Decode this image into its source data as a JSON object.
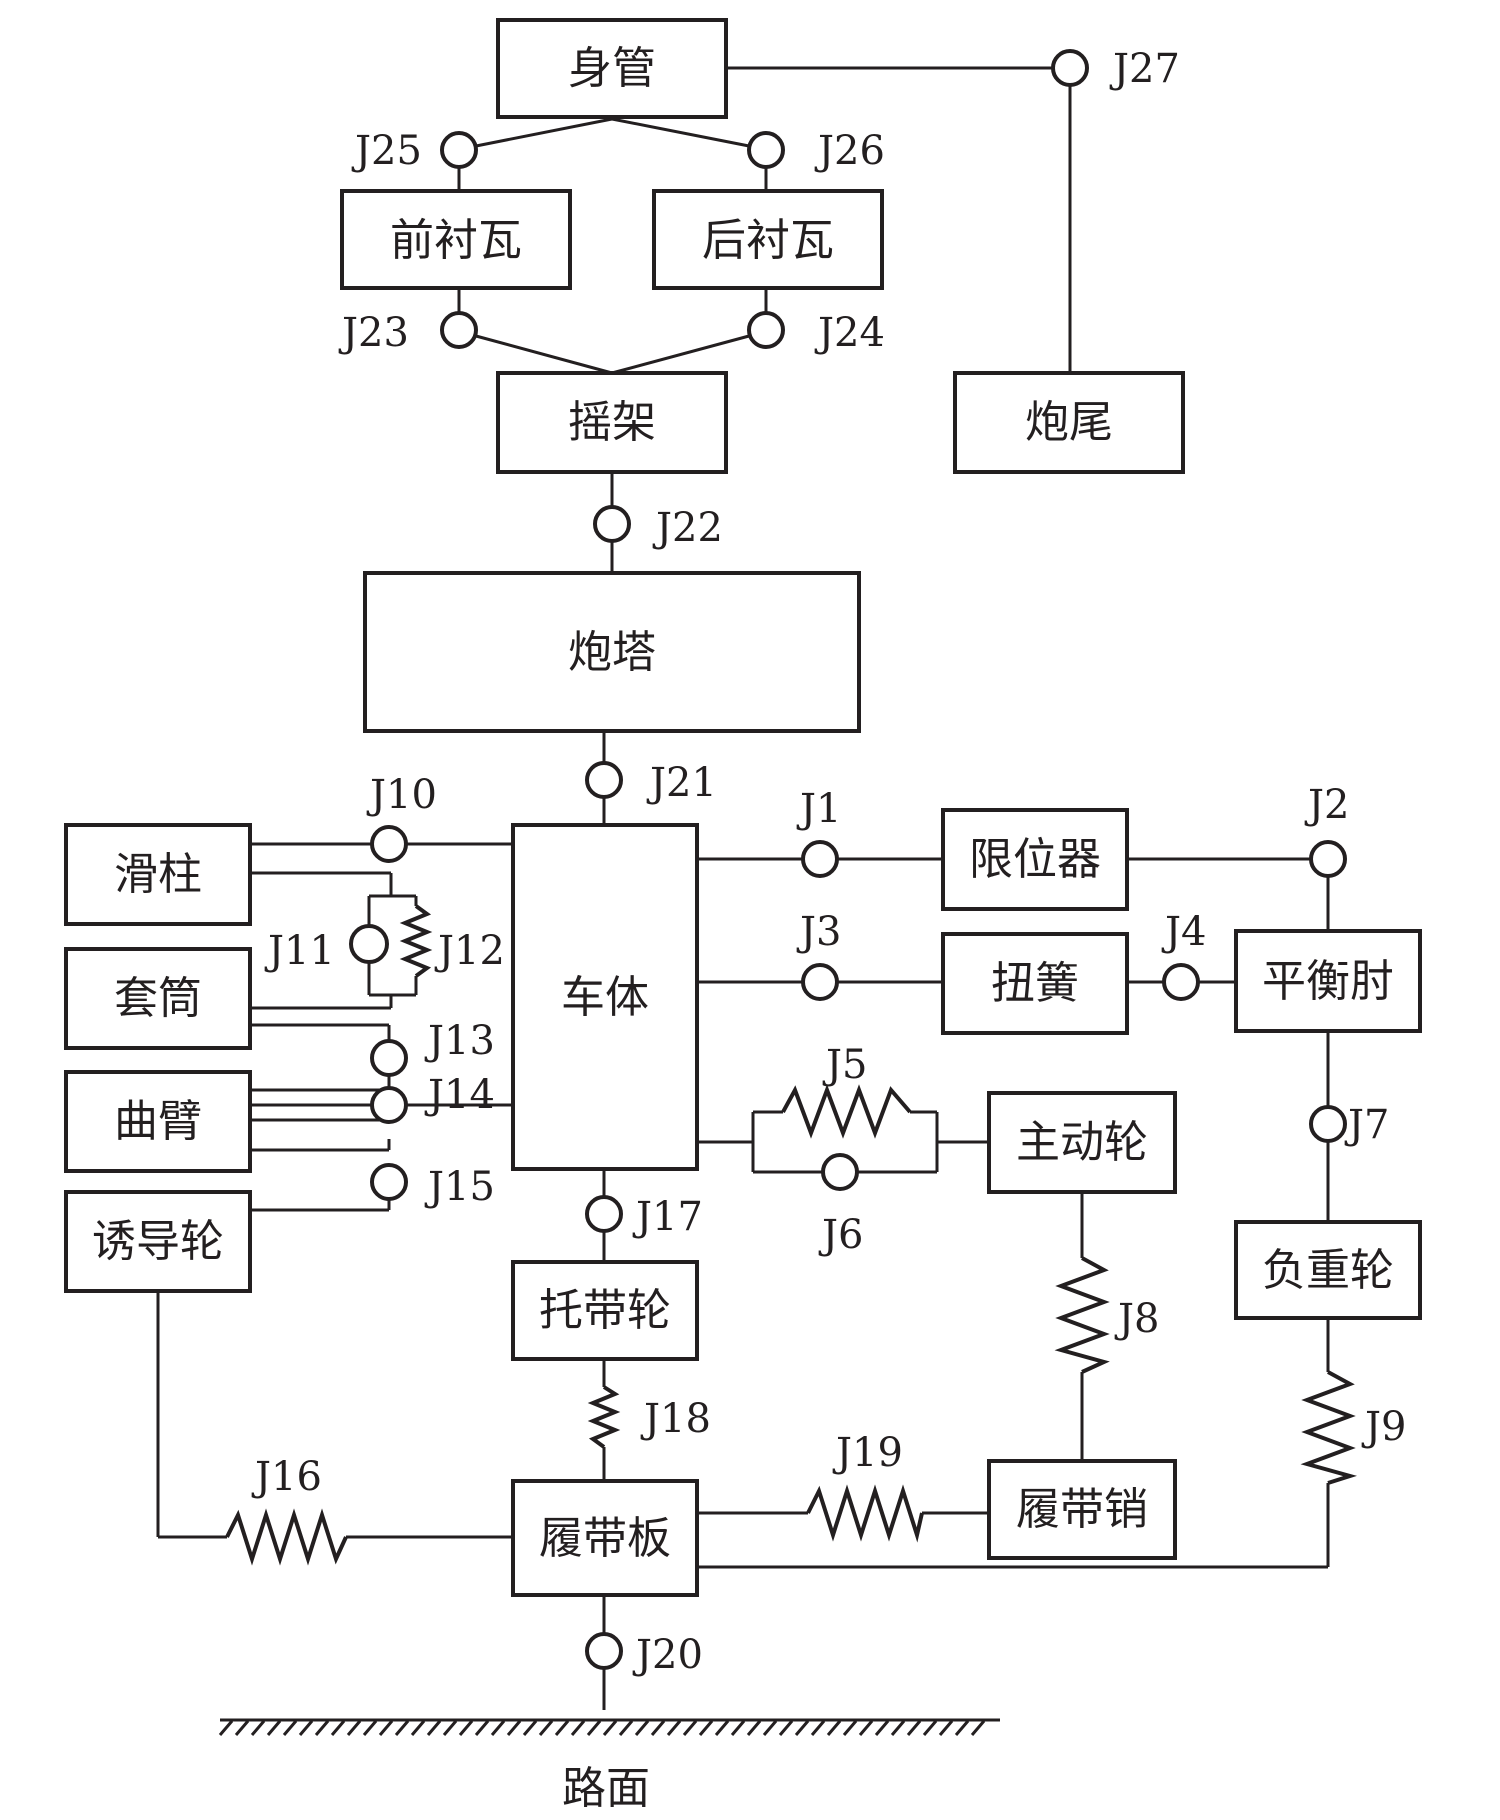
{
  "components": {
    "shenguan": "身管",
    "qianchenwa": "前衬瓦",
    "houchenwa": "后衬瓦",
    "yaojia": "摇架",
    "paowei": "炮尾",
    "paota": "炮塔",
    "cheti": "车体",
    "huazhu": "滑柱",
    "taotong": "套筒",
    "qubi": "曲臂",
    "youdaolun": "诱导轮",
    "xianweiqi": "限位器",
    "niuhuang": "扭簧",
    "pinghengzhou": "平衡肘",
    "zhudonglun": "主动轮",
    "fuzhonglun": "负重轮",
    "tuodailun": "托带轮",
    "lvdaixiao": "履带销",
    "lvdaiban": "履带板"
  },
  "joints": {
    "J1": "J1",
    "J2": "J2",
    "J3": "J3",
    "J4": "J4",
    "J5": "J5",
    "J6": "J6",
    "J7": "J7",
    "J8": "J8",
    "J9": "J9",
    "J10": "J10",
    "J11": "J11",
    "J12": "J12",
    "J13": "J13",
    "J14": "J14",
    "J15": "J15",
    "J16": "J16",
    "J17": "J17",
    "J18": "J18",
    "J19": "J19",
    "J20": "J20",
    "J21": "J21",
    "J22": "J22",
    "J23": "J23",
    "J24": "J24",
    "J25": "J25",
    "J26": "J26",
    "J27": "J27"
  },
  "ground": {
    "label": "路面"
  }
}
